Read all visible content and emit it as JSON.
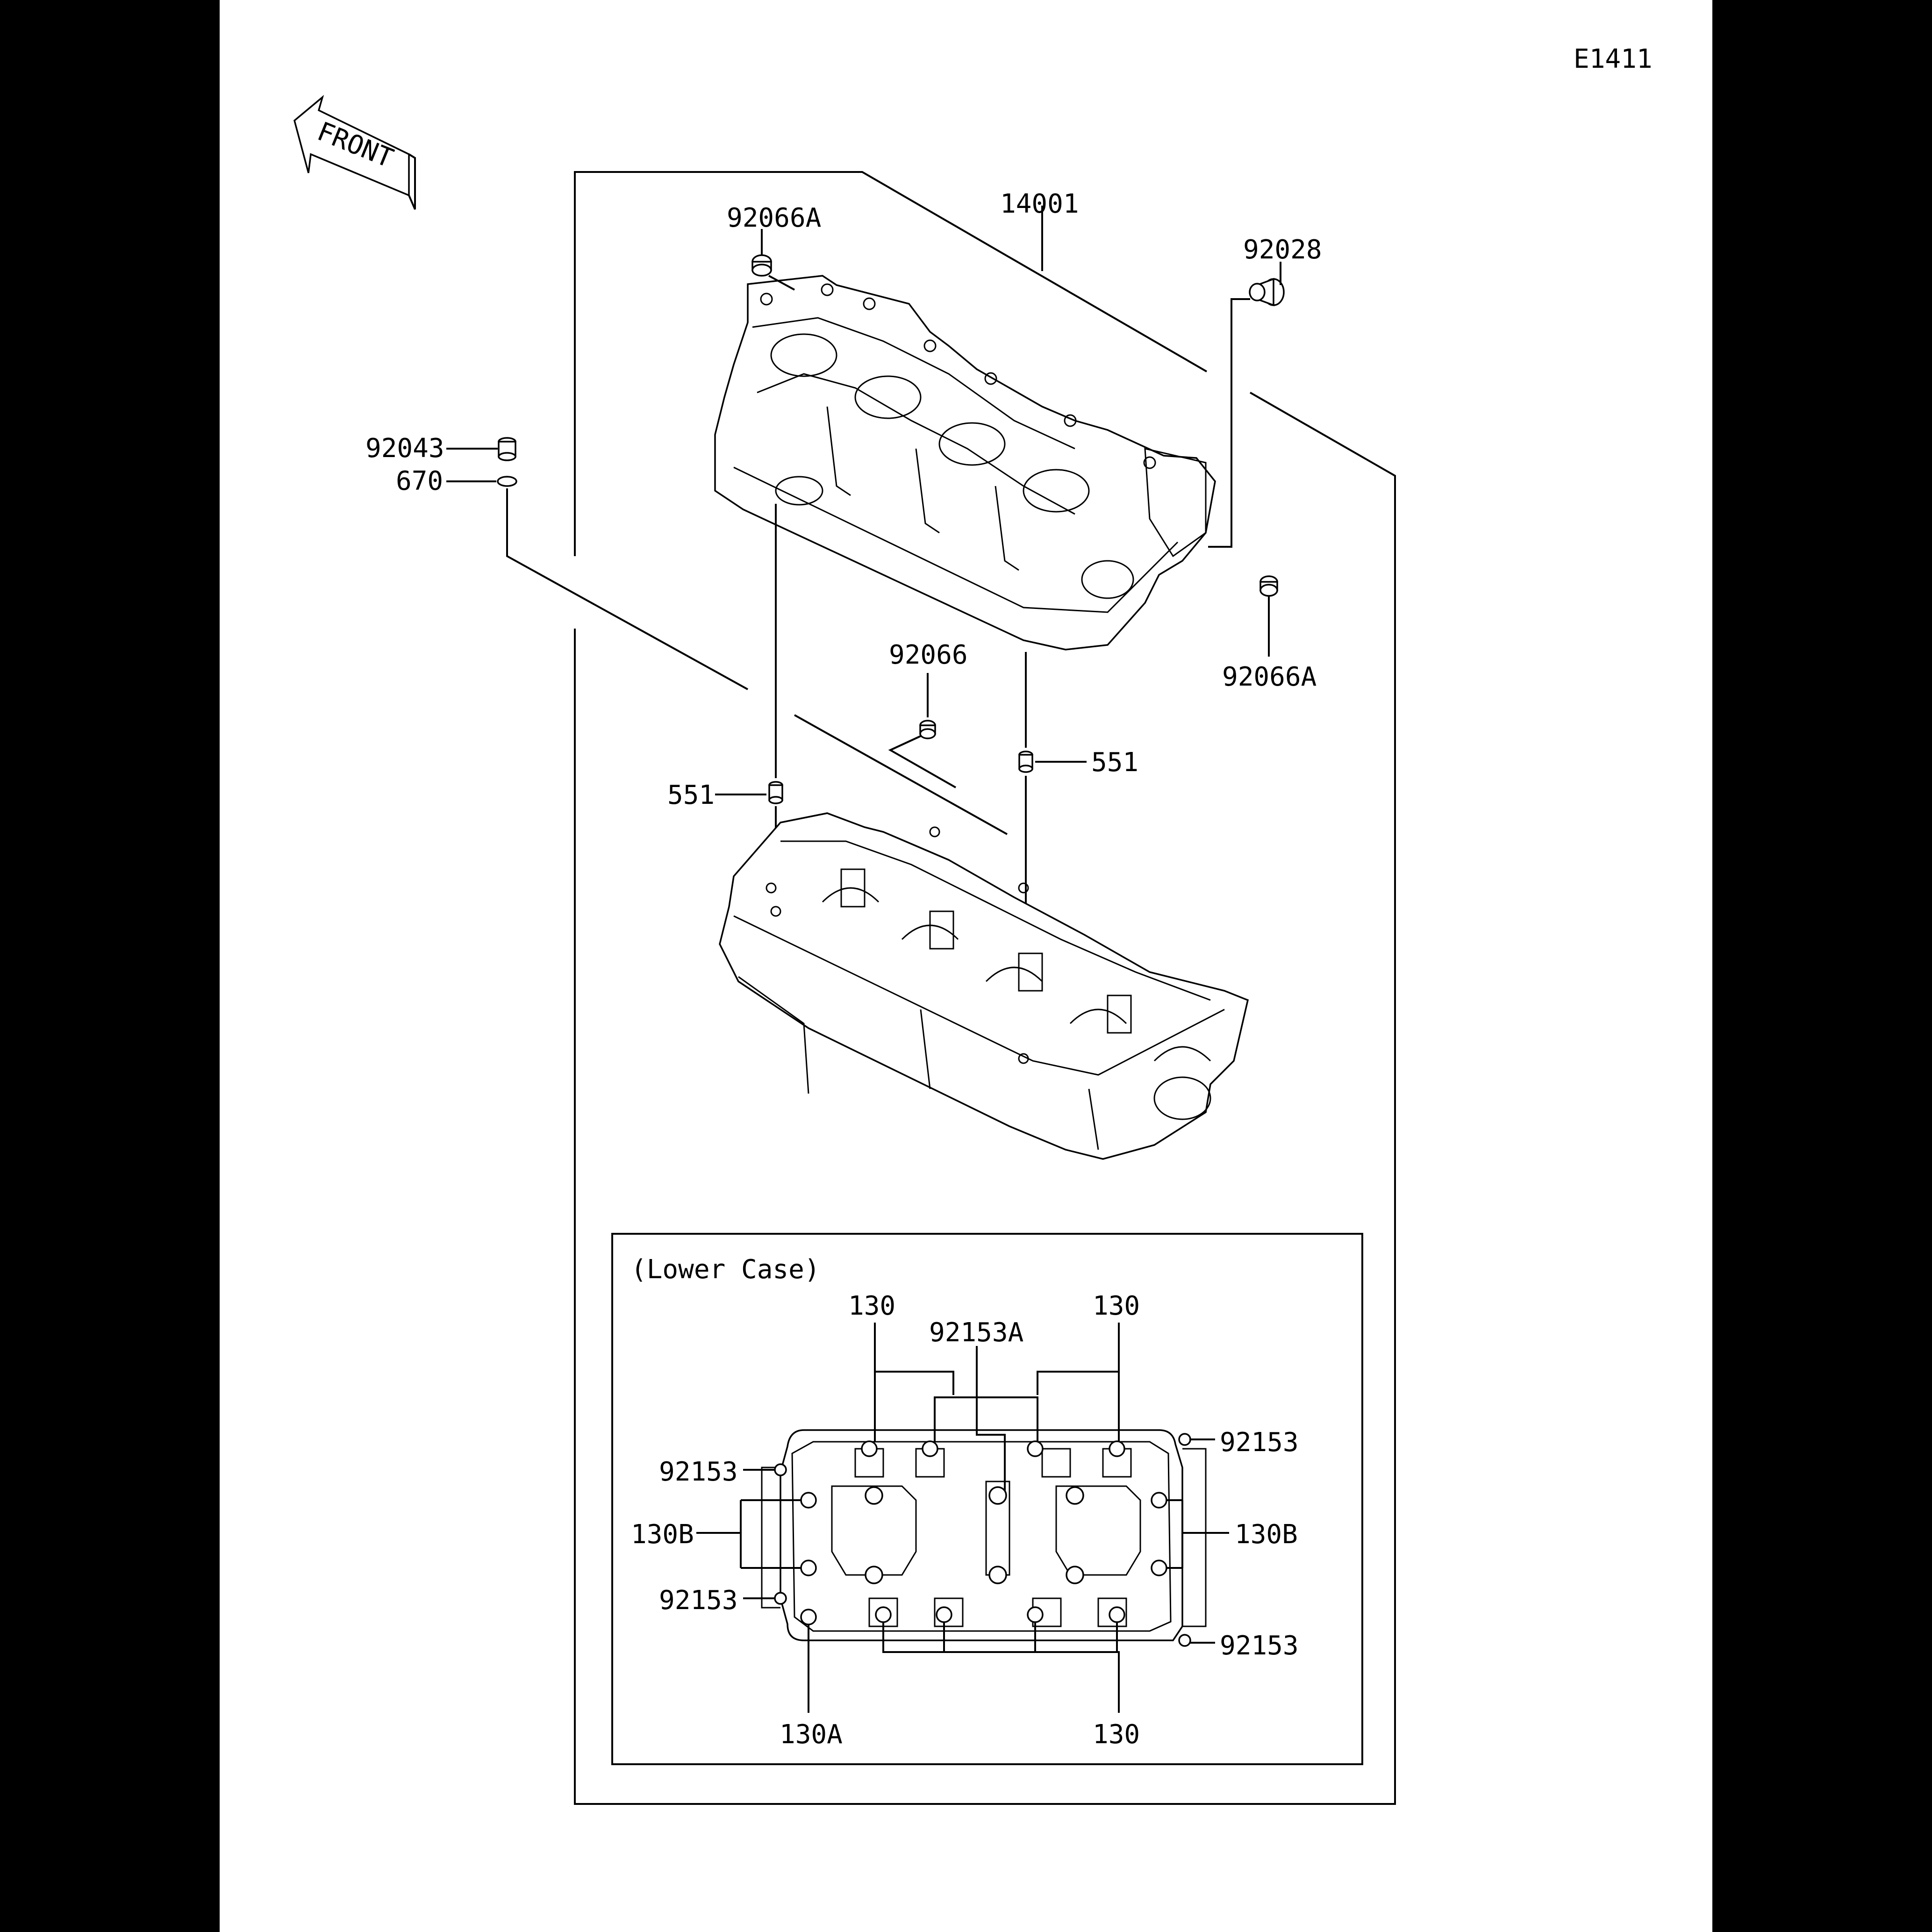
{
  "diagram_code": "E1411",
  "front_arrow_label": "FRONT",
  "inset_title": "(Lower Case)",
  "parts": {
    "crankcase_set": "14001",
    "plug_top_left": "92066A",
    "plug_right": "92066A",
    "bushing": "92028",
    "knock_pin": "92043",
    "o_ring": "670",
    "plug_center": "92066",
    "dowel_left": "551",
    "dowel_right": "551"
  },
  "inset_parts": {
    "bolt_top_left": "130",
    "bolt_top_right": "130",
    "bolt_center": "92153A",
    "washer_right_top": "92153",
    "washer_left_top": "92153",
    "bolt_left_group": "130B",
    "bolt_right_group": "130B",
    "washer_left_bottom": "92153",
    "washer_right_bottom": "92153",
    "bolt_bottom_left": "130A",
    "bolt_bottom_right": "130"
  }
}
